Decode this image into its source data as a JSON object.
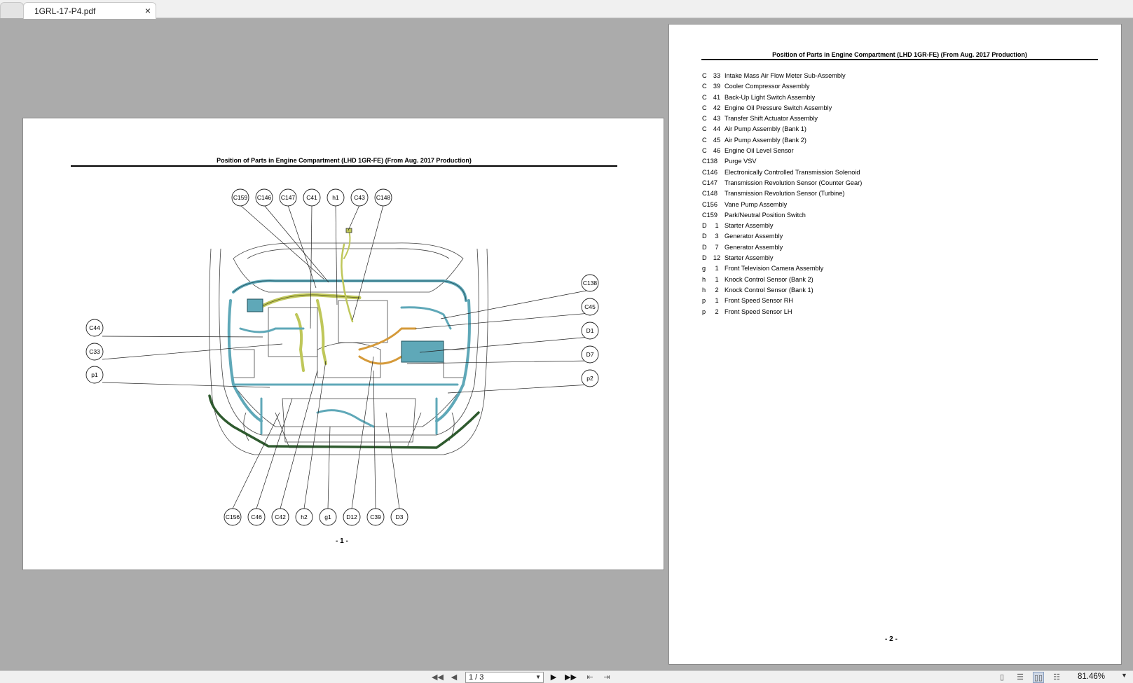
{
  "tab": {
    "title": "1GRL-17-P4.pdf",
    "close": "×"
  },
  "page1": {
    "title": "Position of Parts in Engine Compartment (LHD 1GR-FE) (From Aug. 2017 Production)",
    "page_number": "- 1 -",
    "callouts_top": [
      "C159",
      "C146",
      "C147",
      "C41",
      "h1",
      "C43",
      "C148"
    ],
    "callouts_bottom": [
      "C156",
      "C46",
      "C42",
      "h2",
      "g1",
      "D12",
      "C39",
      "D3"
    ],
    "callouts_left": [
      "C44",
      "C33",
      "p1"
    ],
    "callouts_right": [
      "C138",
      "C45",
      "D1",
      "D7",
      "p2"
    ]
  },
  "page2": {
    "title": "Position of Parts in Engine Compartment (LHD 1GR-FE) (From Aug. 2017 Production)",
    "page_number": "- 2 -",
    "legend": [
      {
        "letter": "C",
        "num": "33",
        "desc": "Intake Mass Air Flow Meter Sub-Assembly"
      },
      {
        "letter": "C",
        "num": "39",
        "desc": "Cooler Compressor Assembly"
      },
      {
        "letter": "C",
        "num": "41",
        "desc": "Back-Up Light Switch Assembly"
      },
      {
        "letter": "C",
        "num": "42",
        "desc": "Engine Oil Pressure Switch Assembly"
      },
      {
        "letter": "C",
        "num": "43",
        "desc": "Transfer Shift Actuator Assembly"
      },
      {
        "letter": "C",
        "num": "44",
        "desc": "Air Pump Assembly (Bank 1)"
      },
      {
        "letter": "C",
        "num": "45",
        "desc": "Air Pump Assembly (Bank 2)"
      },
      {
        "letter": "C",
        "num": "46",
        "desc": "Engine Oil Level Sensor"
      },
      {
        "letter": "C138",
        "num": "",
        "desc": "Purge VSV"
      },
      {
        "letter": "C146",
        "num": "",
        "desc": "Electronically Controlled Transmission Solenoid"
      },
      {
        "letter": "C147",
        "num": "",
        "desc": "Transmission Revolution Sensor (Counter Gear)"
      },
      {
        "letter": "C148",
        "num": "",
        "desc": "Transmission Revolution Sensor (Turbine)"
      },
      {
        "letter": "C156",
        "num": "",
        "desc": "Vane Pump Assembly"
      },
      {
        "letter": "C159",
        "num": "",
        "desc": "Park/Neutral Position Switch"
      },
      {
        "letter": "D",
        "num": "1",
        "desc": "Starter Assembly"
      },
      {
        "letter": "D",
        "num": "3",
        "desc": "Generator Assembly"
      },
      {
        "letter": "D",
        "num": "7",
        "desc": "Generator Assembly"
      },
      {
        "letter": "D",
        "num": "12",
        "desc": "Starter Assembly"
      },
      {
        "letter": "g",
        "num": "1",
        "desc": "Front Television Camera Assembly"
      },
      {
        "letter": "h",
        "num": "1",
        "desc": "Knock Control Sensor (Bank 2)"
      },
      {
        "letter": "h",
        "num": "2",
        "desc": "Knock Control Sensor (Bank 1)"
      },
      {
        "letter": "p",
        "num": "1",
        "desc": "Front Speed Sensor RH"
      },
      {
        "letter": "p",
        "num": "2",
        "desc": "Front Speed Sensor LH"
      }
    ]
  },
  "toolbar": {
    "page_indicator": "1 / 3",
    "zoom": "81.46%"
  },
  "colors": {
    "harness_blue": "#5fa8b8",
    "harness_yellow": "#bfc75a",
    "harness_green": "#2e5a2e",
    "harness_orange": "#d59a3a"
  }
}
